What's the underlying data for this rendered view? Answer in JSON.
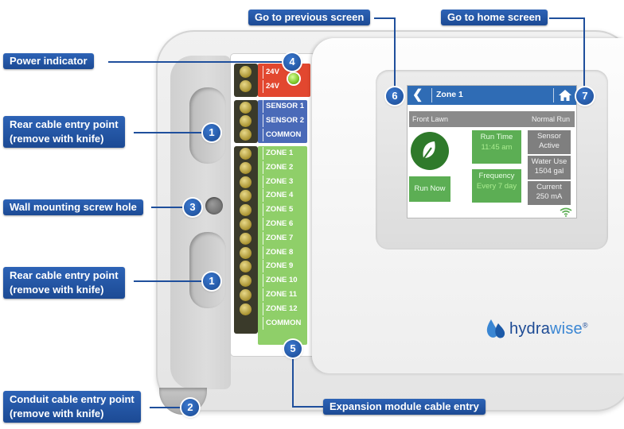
{
  "callouts": {
    "previous_screen": "Go to previous screen",
    "home_screen": "Go to home screen",
    "power_indicator": "Power indicator",
    "rear_cable_top_line1": "Rear cable entry point",
    "rear_cable_top_line2": "(remove with knife)",
    "wall_screw": "Wall mounting screw hole",
    "rear_cable_bottom_line1": "Rear cable entry point",
    "rear_cable_bottom_line2": "(remove with knife)",
    "conduit_line1": "Conduit cable entry point",
    "conduit_line2": "(remove with knife)",
    "expansion": "Expansion module cable entry"
  },
  "numbers": {
    "previous": "6",
    "home": "7",
    "power": "4",
    "rear_top": "1",
    "wall": "3",
    "rear_bottom": "1",
    "conduit": "2",
    "expansion": "5"
  },
  "terminals": {
    "power": [
      "24V",
      "24V"
    ],
    "sensor": [
      "SENSOR 1",
      "SENSOR 2",
      "COMMON"
    ],
    "zones": [
      "ZONE 1",
      "ZONE 2",
      "ZONE 3",
      "ZONE 4",
      "ZONE 5",
      "ZONE 6",
      "ZONE 7",
      "ZONE 8",
      "ZONE 9",
      "ZONE 10",
      "ZONE 11",
      "ZONE 12",
      "COMMON"
    ]
  },
  "screen": {
    "header_title": "Zone 1",
    "sub_left": "Front Lawn",
    "sub_right": "Normal Run",
    "run_now": "Run Now",
    "run_time_label": "Run Time",
    "run_time_value": "11:45 am",
    "frequency_label": "Frequency",
    "frequency_value": "Every 7 day",
    "sensor_label": "Sensor",
    "sensor_value": "Active",
    "water_use_label": "Water Use",
    "water_use_value": "1504 gal",
    "current_label": "Current",
    "current_value": "250 mA"
  },
  "brand": {
    "name_prefix": "hydra",
    "name_suffix": "wise",
    "mark": "®"
  },
  "colors": {
    "callout_blue": "#1f4f9c",
    "power_red": "#e2472f",
    "sensor_blue": "#4a6ab8",
    "zone_green": "#8fcf69",
    "lcd_header": "#2f6cb5",
    "tile_green": "#5cae54",
    "led_green": "#9be33a"
  }
}
